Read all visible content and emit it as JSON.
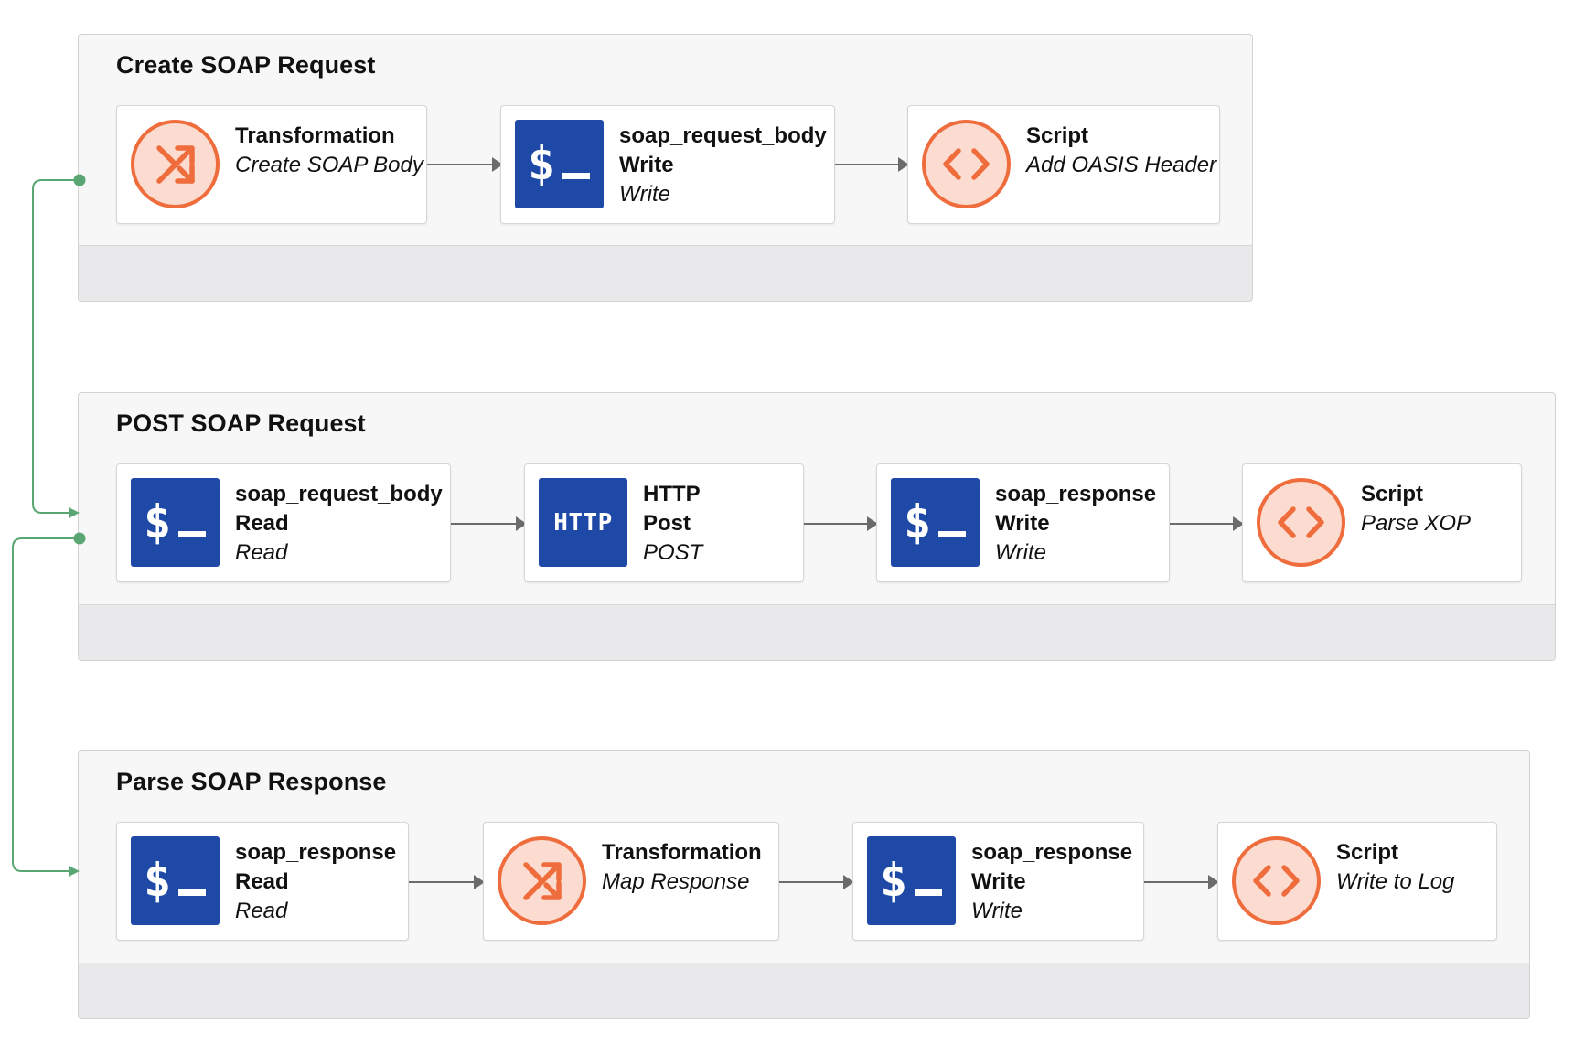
{
  "colors": {
    "accent_orange": "#ef6c3c",
    "accent_orange_fill": "#fcdcd0",
    "accent_blue": "#1e49a6",
    "link_green": "#5aa672",
    "arrow_gray": "#6b6b6b"
  },
  "operations": [
    {
      "title": "Create SOAP Request",
      "steps": [
        {
          "icon": "transformation-shuffle-icon",
          "line1": "Transformation",
          "line2": "Create SOAP Body",
          "line3": ""
        },
        {
          "icon": "terminal-variable-icon",
          "line1": "soap_request_body",
          "line2": "Write",
          "line3": "Write"
        },
        {
          "icon": "script-code-icon",
          "line1": "Script",
          "line2": "Add OASIS Header",
          "line3": ""
        }
      ]
    },
    {
      "title": "POST SOAP Request",
      "steps": [
        {
          "icon": "terminal-variable-icon",
          "line1": "soap_request_body",
          "line2": "Read",
          "line3": "Read"
        },
        {
          "icon": "http-icon",
          "icon_text": "HTTP",
          "line1": "HTTP",
          "line2": "Post",
          "line3": "POST"
        },
        {
          "icon": "terminal-variable-icon",
          "line1": "soap_response",
          "line2": "Write",
          "line3": "Write"
        },
        {
          "icon": "script-code-icon",
          "line1": "Script",
          "line2": "Parse XOP",
          "line3": ""
        }
      ]
    },
    {
      "title": "Parse SOAP Response",
      "steps": [
        {
          "icon": "terminal-variable-icon",
          "line1": "soap_response",
          "line2": "Read",
          "line3": "Read"
        },
        {
          "icon": "transformation-shuffle-icon",
          "line1": "Transformation",
          "line2": "Map Response",
          "line3": ""
        },
        {
          "icon": "terminal-variable-icon",
          "line1": "soap_response",
          "line2": "Write",
          "line3": "Write"
        },
        {
          "icon": "script-code-icon",
          "line1": "Script",
          "line2": "Write to Log",
          "line3": ""
        }
      ]
    }
  ]
}
